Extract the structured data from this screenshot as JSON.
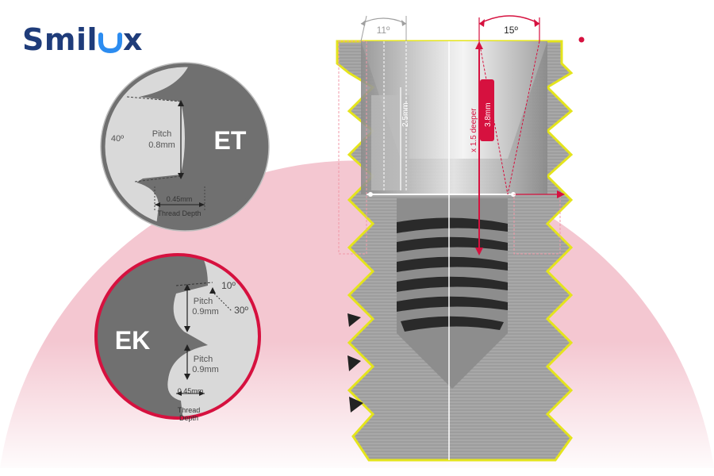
{
  "brand": {
    "name_left": "Smil",
    "name_right": "x",
    "logo_mark": "u-smile-mark",
    "color": "#1f3c7a",
    "accent": "#2c8cf0"
  },
  "colors": {
    "pink": "#f4c7d1",
    "crimson": "#d6113f",
    "yellow": "#dede1f",
    "dark_gray": "#707070",
    "light_gray": "#d9d9d9"
  },
  "et_detail": {
    "name": "ET",
    "angle": "40º",
    "pitch_label": "Pitch",
    "pitch_value": "0.8mm",
    "depth_value": "0.45mm",
    "depth_label": "Thread Depth"
  },
  "ek_detail": {
    "name": "EK",
    "angle_top": "10º",
    "angle_side": "30º",
    "pitch_label": "Pitch",
    "pitch_value_1": "0.9mm",
    "pitch_value_2": "0.9mm",
    "depth_value": "0.45mm",
    "depth_label_1": "Thread",
    "depth_label_2": "Depth"
  },
  "implant": {
    "angle_left": "11º",
    "angle_right": "15º",
    "left_depth": "2.5mm",
    "right_depth": "3.8mm",
    "right_note": "x 1.5 deeper"
  }
}
